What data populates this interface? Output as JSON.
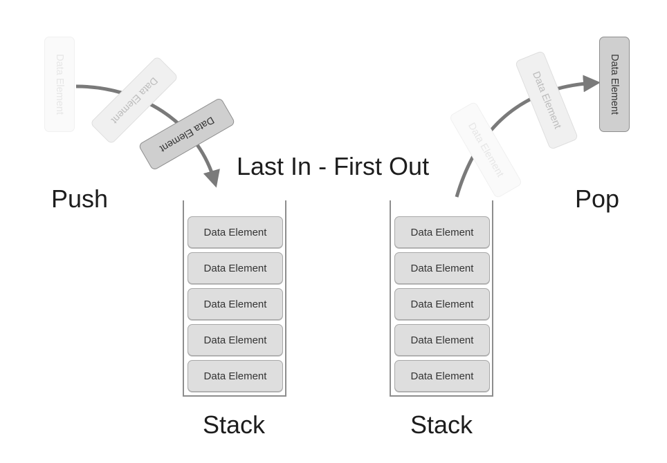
{
  "title": "Last In - First Out",
  "push": {
    "label": "Push",
    "flying_elements": [
      "Data Element",
      "Data Element",
      "Data Element"
    ]
  },
  "pop": {
    "label": "Pop",
    "flying_elements": [
      "Data Element",
      "Data Element",
      "Data Element"
    ]
  },
  "stacks": [
    {
      "caption": "Stack",
      "elements": [
        "Data Element",
        "Data Element",
        "Data Element",
        "Data Element",
        "Data Element"
      ]
    },
    {
      "caption": "Stack",
      "elements": [
        "Data Element",
        "Data Element",
        "Data Element",
        "Data Element",
        "Data Element"
      ]
    }
  ],
  "colors": {
    "arrow": "#7a7a7a",
    "element_fill": "#dedede",
    "element_border": "#a8a8a8",
    "stack_border": "#8d8d8d",
    "text": "#1d1d1d"
  }
}
